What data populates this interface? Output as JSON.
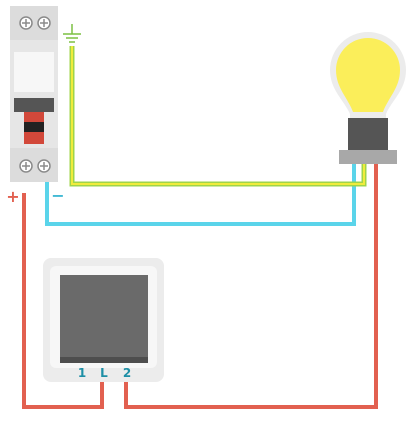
{
  "breaker": {
    "plus_sign": "+",
    "minus_sign": "−"
  },
  "switch": {
    "terminal_1": "1",
    "terminal_l": "L",
    "terminal_2": "2"
  },
  "colors": {
    "live": "#e26050",
    "neutral": "#5ad4ea",
    "earth_yellow": "#f0ec3c",
    "earth_green": "#9fd44a",
    "bulb_glass": "#fbee5a",
    "breaker_body": "#e6e6e6",
    "switch_face": "#6a6a6a",
    "terminal_text": "#1e8fa6"
  }
}
